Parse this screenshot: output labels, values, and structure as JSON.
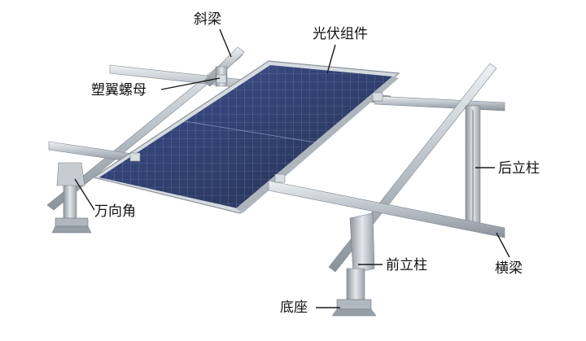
{
  "labels": {
    "diagonal_beam": "斜梁",
    "pv_module": "光伏组件",
    "plastic_wing_nut": "塑翼螺母",
    "universal_angle": "万向角",
    "rear_column": "后立柱",
    "front_column": "前立柱",
    "cross_beam": "横梁",
    "base": "底座"
  },
  "colors": {
    "panel_cell": "#2c3a62",
    "panel_cell_light": "#5a6d9e",
    "frame": "#c9ced4",
    "rail": "#b8bec6",
    "line": "#1a1a1a"
  }
}
